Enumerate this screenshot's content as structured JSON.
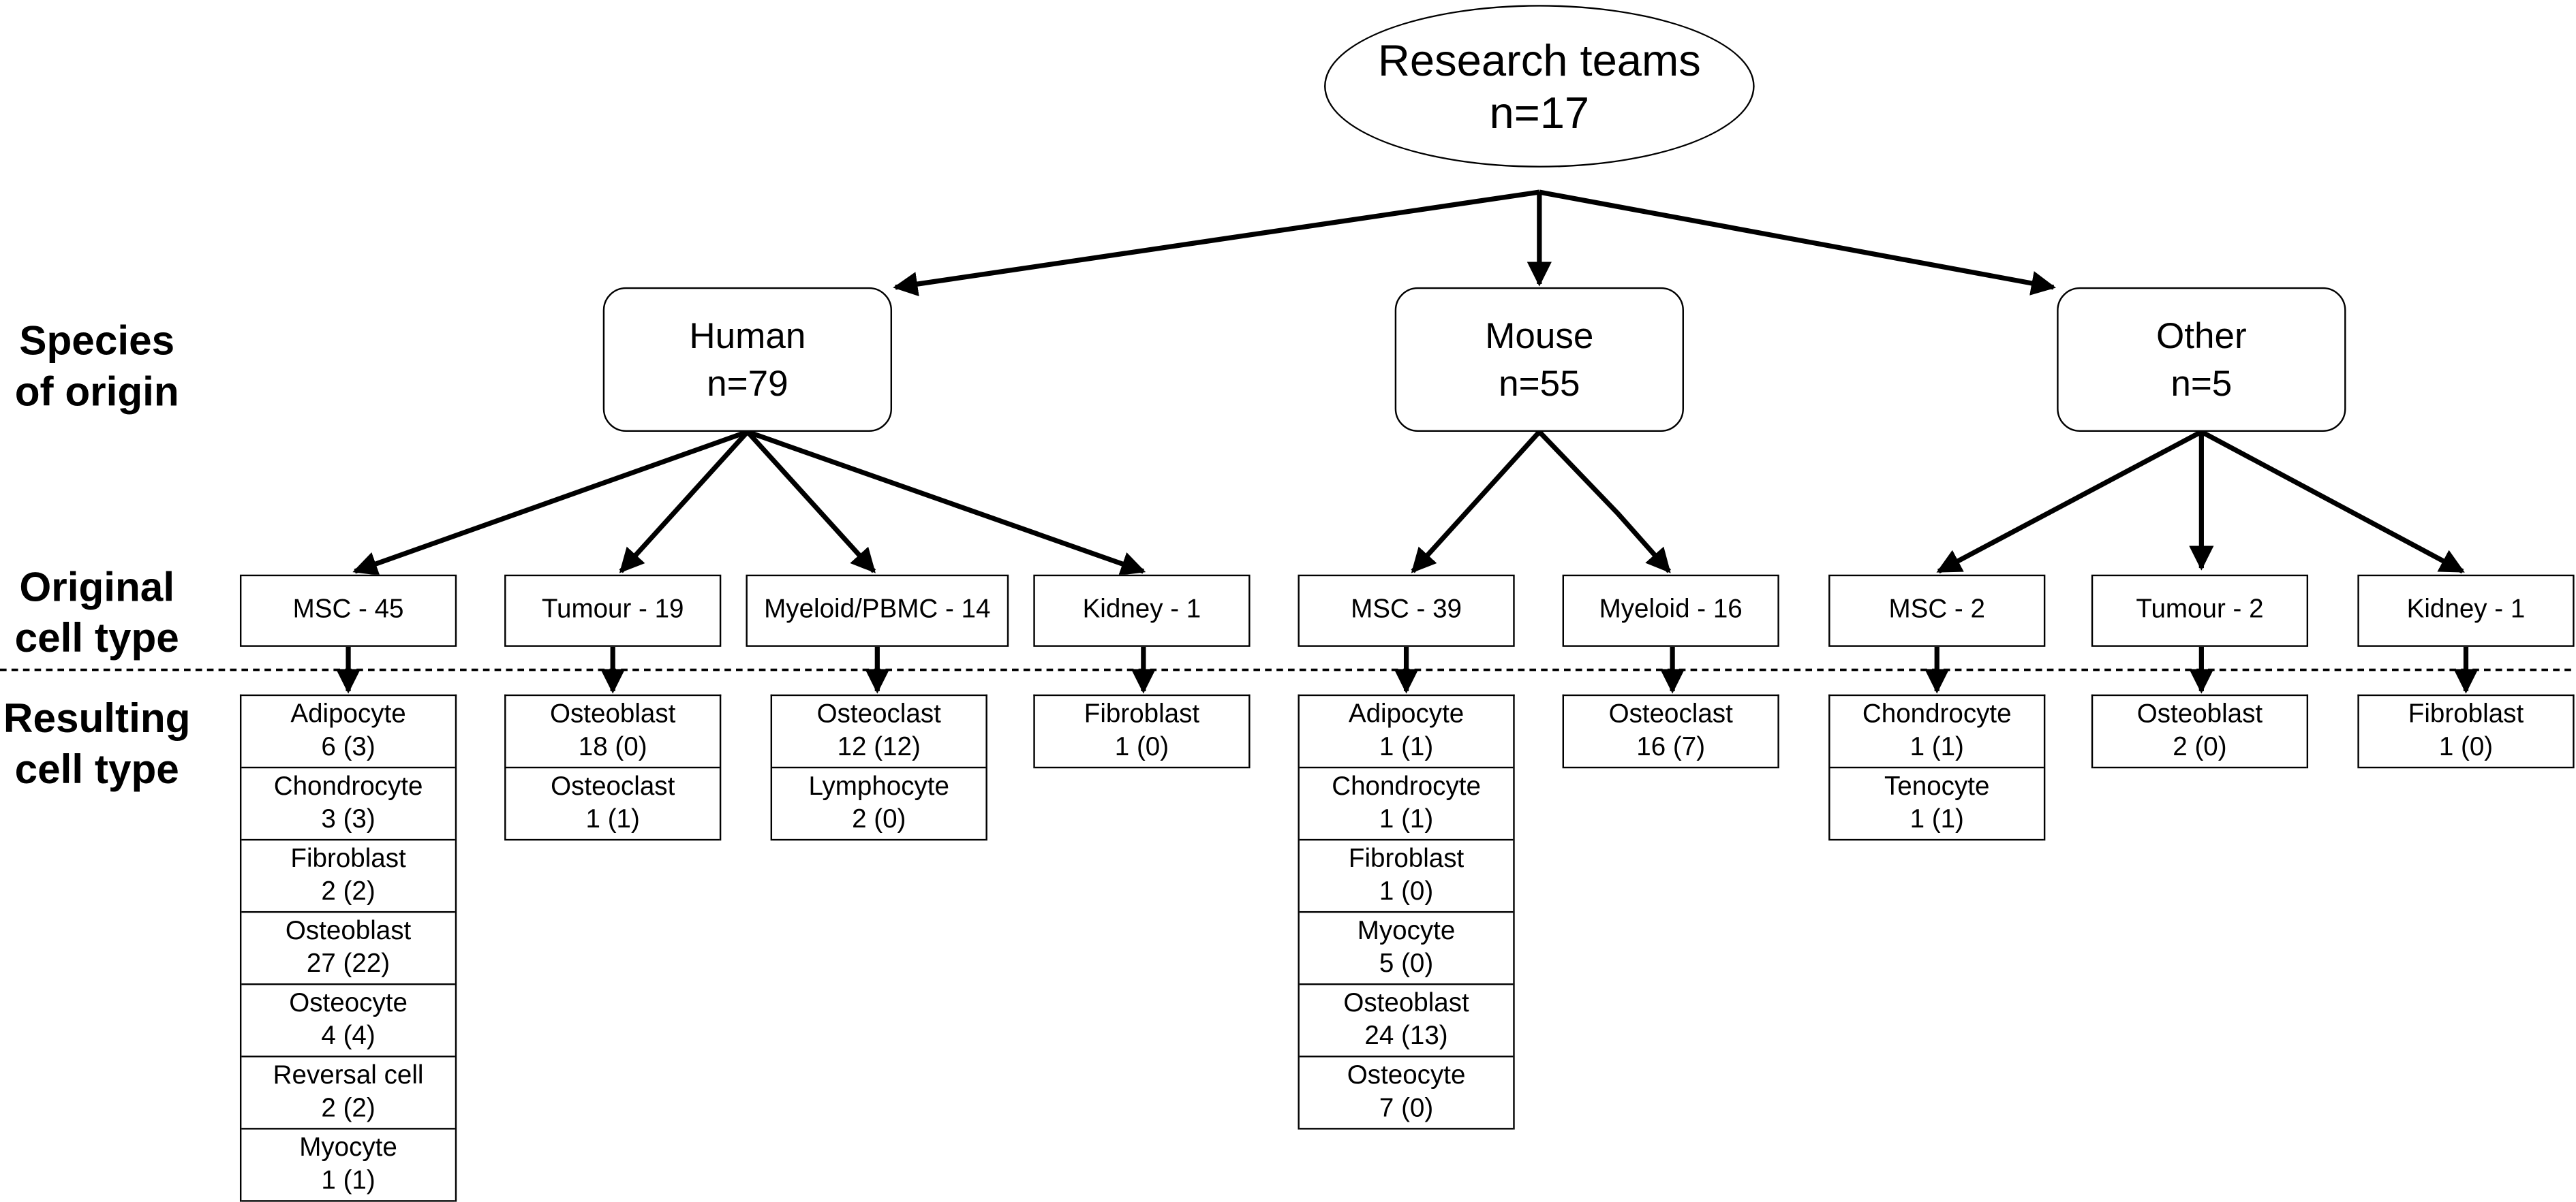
{
  "root": {
    "title": "Research teams",
    "n": "n=17"
  },
  "row_labels": {
    "species": [
      "Species",
      "of origin"
    ],
    "original": [
      "Original",
      "cell type"
    ],
    "resulting": [
      "Resulting",
      "cell type"
    ]
  },
  "species": [
    {
      "name": "Human",
      "n": "n=79"
    },
    {
      "name": "Mouse",
      "n": "n=55"
    },
    {
      "name": "Other",
      "n": "n=5"
    }
  ],
  "original": [
    {
      "label": "MSC - 45",
      "species": "Human"
    },
    {
      "label": "Tumour - 19",
      "species": "Human"
    },
    {
      "label": "Myeloid/PBMC - 14",
      "species": "Human"
    },
    {
      "label": "Kidney - 1",
      "species": "Human"
    },
    {
      "label": "MSC - 39",
      "species": "Mouse"
    },
    {
      "label": "Myeloid - 16",
      "species": "Mouse"
    },
    {
      "label": "MSC - 2",
      "species": "Other"
    },
    {
      "label": "Tumour - 2",
      "species": "Other"
    },
    {
      "label": "Kidney - 1",
      "species": "Other"
    }
  ],
  "resulting": [
    [
      {
        "name": "Adipocyte",
        "count": "6 (3)"
      },
      {
        "name": "Chondrocyte",
        "count": "3 (3)"
      },
      {
        "name": "Fibroblast",
        "count": "2 (2)"
      },
      {
        "name": "Osteoblast",
        "count": "27 (22)"
      },
      {
        "name": "Osteocyte",
        "count": "4 (4)"
      },
      {
        "name": "Reversal cell",
        "count": "2 (2)"
      },
      {
        "name": "Myocyte",
        "count": "1 (1)"
      }
    ],
    [
      {
        "name": "Osteoblast",
        "count": "18 (0)"
      },
      {
        "name": "Osteoclast",
        "count": "1 (1)"
      }
    ],
    [
      {
        "name": "Osteoclast",
        "count": "12 (12)"
      },
      {
        "name": "Lymphocyte",
        "count": "2 (0)"
      }
    ],
    [
      {
        "name": "Fibroblast",
        "count": "1 (0)"
      }
    ],
    [
      {
        "name": "Adipocyte",
        "count": "1 (1)"
      },
      {
        "name": "Chondrocyte",
        "count": "1 (1)"
      },
      {
        "name": "Fibroblast",
        "count": "1 (0)"
      },
      {
        "name": "Myocyte",
        "count": "5 (0)"
      },
      {
        "name": "Osteoblast",
        "count": "24 (13)"
      },
      {
        "name": "Osteocyte",
        "count": "7 (0)"
      }
    ],
    [
      {
        "name": "Osteoclast",
        "count": "16 (7)"
      }
    ],
    [
      {
        "name": "Chondrocyte",
        "count": "1 (1)"
      },
      {
        "name": "Tenocyte",
        "count": "1 (1)"
      }
    ],
    [
      {
        "name": "Osteoblast",
        "count": "2 (0)"
      }
    ],
    [
      {
        "name": "Fibroblast",
        "count": "1 (0)"
      }
    ]
  ]
}
